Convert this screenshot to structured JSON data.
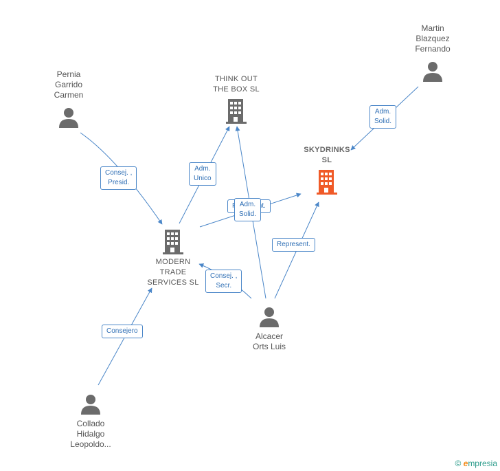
{
  "nodes": {
    "think_out": {
      "name": "THINK OUT\nTHE BOX  SL"
    },
    "skydrinks": {
      "name": "SKYDRINKS\nSL"
    },
    "modern_trade": {
      "name": "MODERN\nTRADE\nSERVICES  SL"
    },
    "martin": {
      "name": "Martin\nBlazquez\nFernando"
    },
    "pernia": {
      "name": "Pernia\nGarrido\nCarmen"
    },
    "alcacer": {
      "name": "Alcacer\nOrts Luis"
    },
    "collado": {
      "name": "Collado\nHidalgo\nLeopoldo..."
    }
  },
  "edges": {
    "martin_skydrinks": "Adm.\nSolid.",
    "pernia_modern": "Consej. ,\nPresid.",
    "modern_think": "Adm.\nUnico",
    "modern_skydrinks": "Represent.",
    "alcacer_think": "Adm.\nSolid.",
    "alcacer_skydrinks": "Represent.",
    "alcacer_modern": "Consej. ,\nSecr.",
    "collado_modern": "Consejero"
  },
  "colors": {
    "edge": "#4a86c8",
    "icon": "#6b6b6b",
    "focus": "#f05a28"
  },
  "footer": {
    "copyright": "©",
    "brand_e": "e",
    "brand_rest": "mpresia"
  }
}
